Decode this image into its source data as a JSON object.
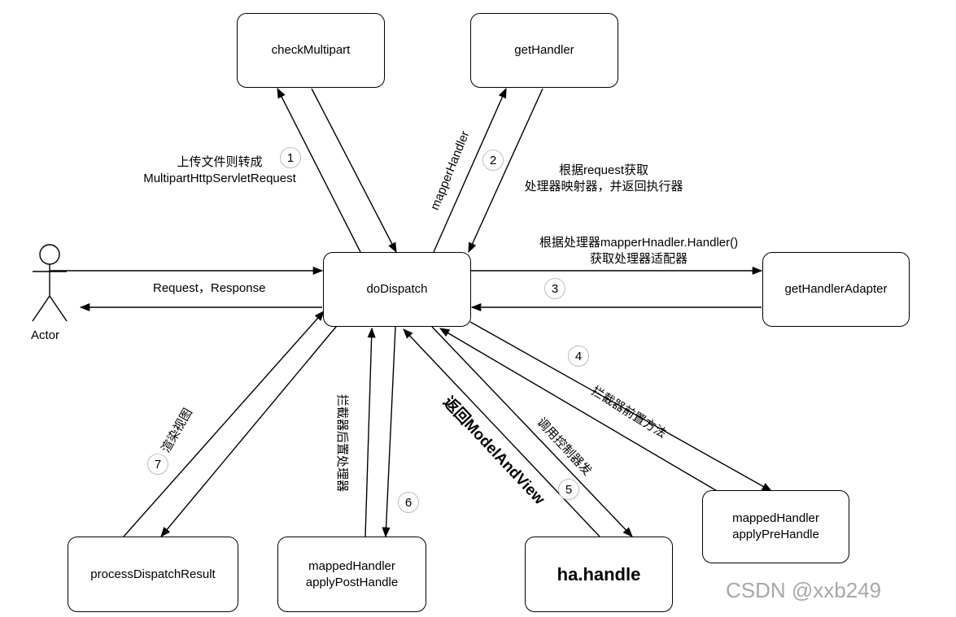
{
  "nodes": {
    "check_multipart": "checkMultipart",
    "get_handler": "getHandler",
    "do_dispatch": "doDispatch",
    "get_handler_adapter": "getHandlerAdapter",
    "process_dispatch_result": "processDispatchResult",
    "post_handle_line1": "mappedHandler",
    "post_handle_line2": "applyPostHandle",
    "ha_handle": "ha.handle",
    "pre_handle_line1": "mappedHandler",
    "pre_handle_line2": "applyPreHandle"
  },
  "actor": {
    "label": "Actor"
  },
  "labels": {
    "upload_line1": "上传文件则转成",
    "upload_line2": "MultipartHttpServletRequest",
    "mapper_handler": "mapperHandler",
    "get_by_request_line1": "根据request获取",
    "get_by_request_line2": "处理器映射器，并返回执行器",
    "adapter_line1": "根据处理器mapperHnadler.Handler()",
    "adapter_line2": "获取处理器适配器",
    "request_response": "Request，Response",
    "interceptor_pre": "拦截器前置方法",
    "invoke_controller": "调用控制器发",
    "return_mav": "返回ModelAndView",
    "interceptor_post": "拦截器后置处理器",
    "render_view": "渲染视图"
  },
  "steps": [
    "1",
    "2",
    "3",
    "4",
    "5",
    "6",
    "7"
  ],
  "watermark": "CSDN @xxb249"
}
